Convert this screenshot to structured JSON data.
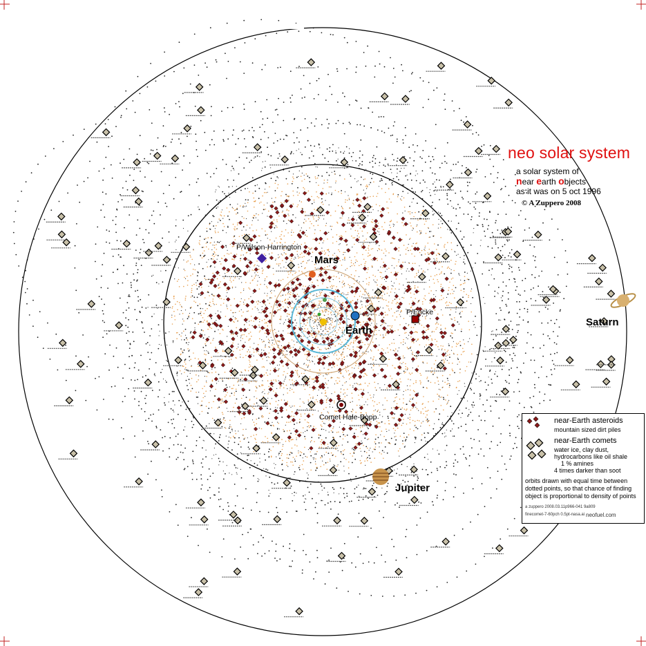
{
  "title": {
    "main": "neo solar system",
    "line1": "a solar system of",
    "neo_n": "n",
    "neo_ear": "ear ",
    "neo_e": "e",
    "neo_arth": "arth ",
    "neo_o": "o",
    "neo_bjects": "bjects",
    "line3": "as it was on  5 oct 1996",
    "copyright": "© A Zuppero 2008"
  },
  "planets": {
    "mars": "Mars",
    "earth": "Earth",
    "jupiter": "Jupiter",
    "saturn": "Saturn"
  },
  "objects": {
    "wilson_harrington": "P/Wilson-Harrington",
    "encke": "P/Encke",
    "hale_bopp": "Comet Hale-Bopp"
  },
  "legend": {
    "asteroids_title": "near-Earth asteroids",
    "asteroids_desc": "mountain sized dirt piles",
    "comets_title": "near-Earth comets",
    "comets_desc1": "water ice, clay dust,",
    "comets_desc2": "hydrocarbons like oil shale",
    "comets_desc3": "1 % amines",
    "comets_desc4": "4 times darker than soot",
    "note": "orbits drawn with equal time between dotted points, so that chance of finding object is proportional to density of points",
    "fine1": "a zuppero 2008.03.11p966-041 9a809",
    "fine2": "finecomet-7-60pch 0.5pt-nasa.ai",
    "site": "neofuel.com"
  },
  "colors": {
    "title_red": "#e01010",
    "asteroid": "#8b1a1a",
    "comet_fill": "#c8c0a8",
    "dust_orange": "#e8a050",
    "earth_orbit": "#58b8d8"
  }
}
